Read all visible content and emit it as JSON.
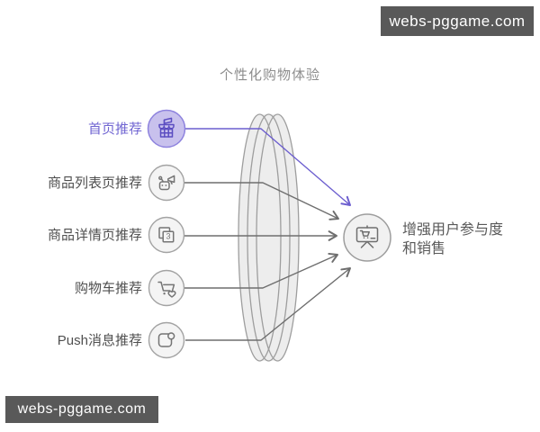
{
  "watermark": {
    "text": "webs-pggame.com"
  },
  "title": "个性化购物体验",
  "left_nodes": [
    {
      "label": "首页推荐",
      "icon": "store-icon",
      "highlighted": true
    },
    {
      "label": "商品列表页推荐",
      "icon": "robot-megaphone-icon",
      "highlighted": false
    },
    {
      "label": "商品详情页推荐",
      "icon": "stacked-pages-icon",
      "badge": "3",
      "highlighted": false
    },
    {
      "label": "购物车推荐",
      "icon": "cart-heart-icon",
      "highlighted": false
    },
    {
      "label": "Push消息推荐",
      "icon": "notification-icon",
      "highlighted": false
    }
  ],
  "result_node": {
    "label": "增强用户参与度和销售",
    "icon": "presentation-board-cart-icon"
  },
  "colors": {
    "accent_purple": "#7065d2",
    "purple_node_fill": "#c8c1ed",
    "purple_node_stroke": "#8e83de",
    "purple_glyph": "#5b4dc1",
    "gray_node_fill": "#f4f4f4",
    "gray_node_stroke": "#a3a3a3",
    "glyph_gray": "#757575",
    "line_gray": "#6e6e6e",
    "line_purple": "#6c5ecf",
    "ellipse_fill": "#ededed",
    "ellipse_stroke": "#9e9e9e",
    "watermark_bg": "#595959",
    "watermark_text": "#ffffff",
    "title_color": "#8d8d8d",
    "label_color": "#4f4f4f"
  }
}
